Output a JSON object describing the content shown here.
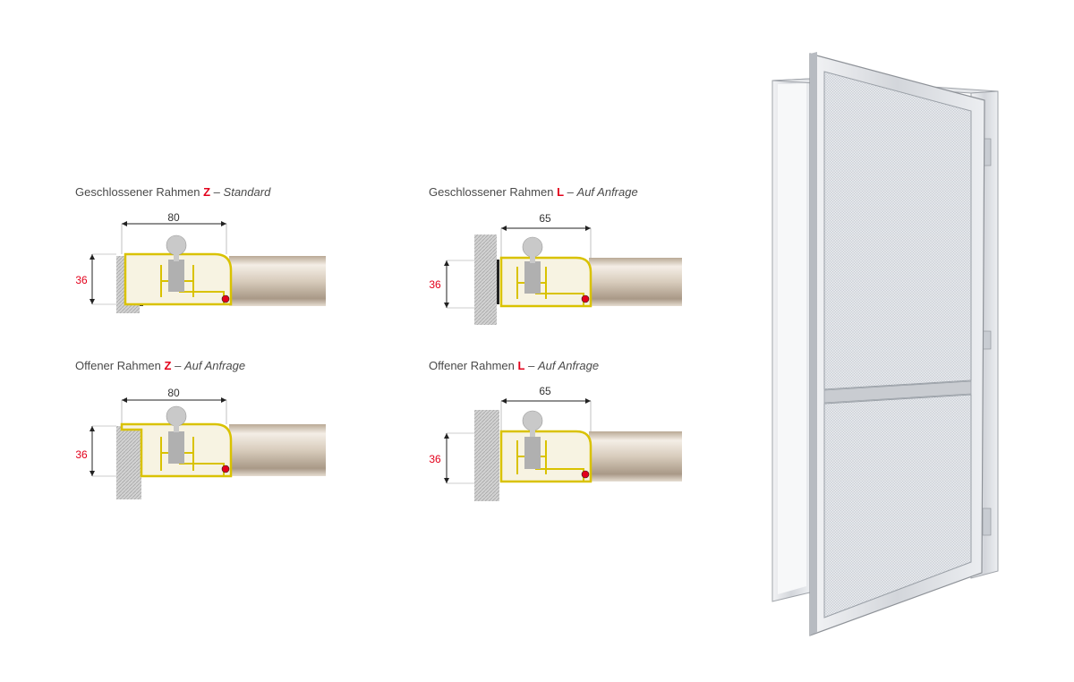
{
  "diagrams": [
    {
      "title": "Geschlossener Rahmen",
      "code": "Z",
      "separator": "–",
      "note": "Standard",
      "width_dim": "80",
      "height_dim": "36"
    },
    {
      "title": "Geschlossener Rahmen",
      "code": "L",
      "separator": "–",
      "note": "Auf Anfrage",
      "width_dim": "65",
      "height_dim": "36"
    },
    {
      "title": "Offener Rahmen",
      "code": "Z",
      "separator": "–",
      "note": "Auf Anfrage",
      "width_dim": "80",
      "height_dim": "36"
    },
    {
      "title": "Offener Rahmen",
      "code": "L",
      "separator": "–",
      "note": "Auf Anfrage",
      "width_dim": "65",
      "height_dim": "36"
    }
  ],
  "colors": {
    "accent": "#e3001b",
    "profile": "#d9c200",
    "rail": "#d8cbbb",
    "wall": "#cfcfcf"
  },
  "illustration": "screen-door-icon"
}
